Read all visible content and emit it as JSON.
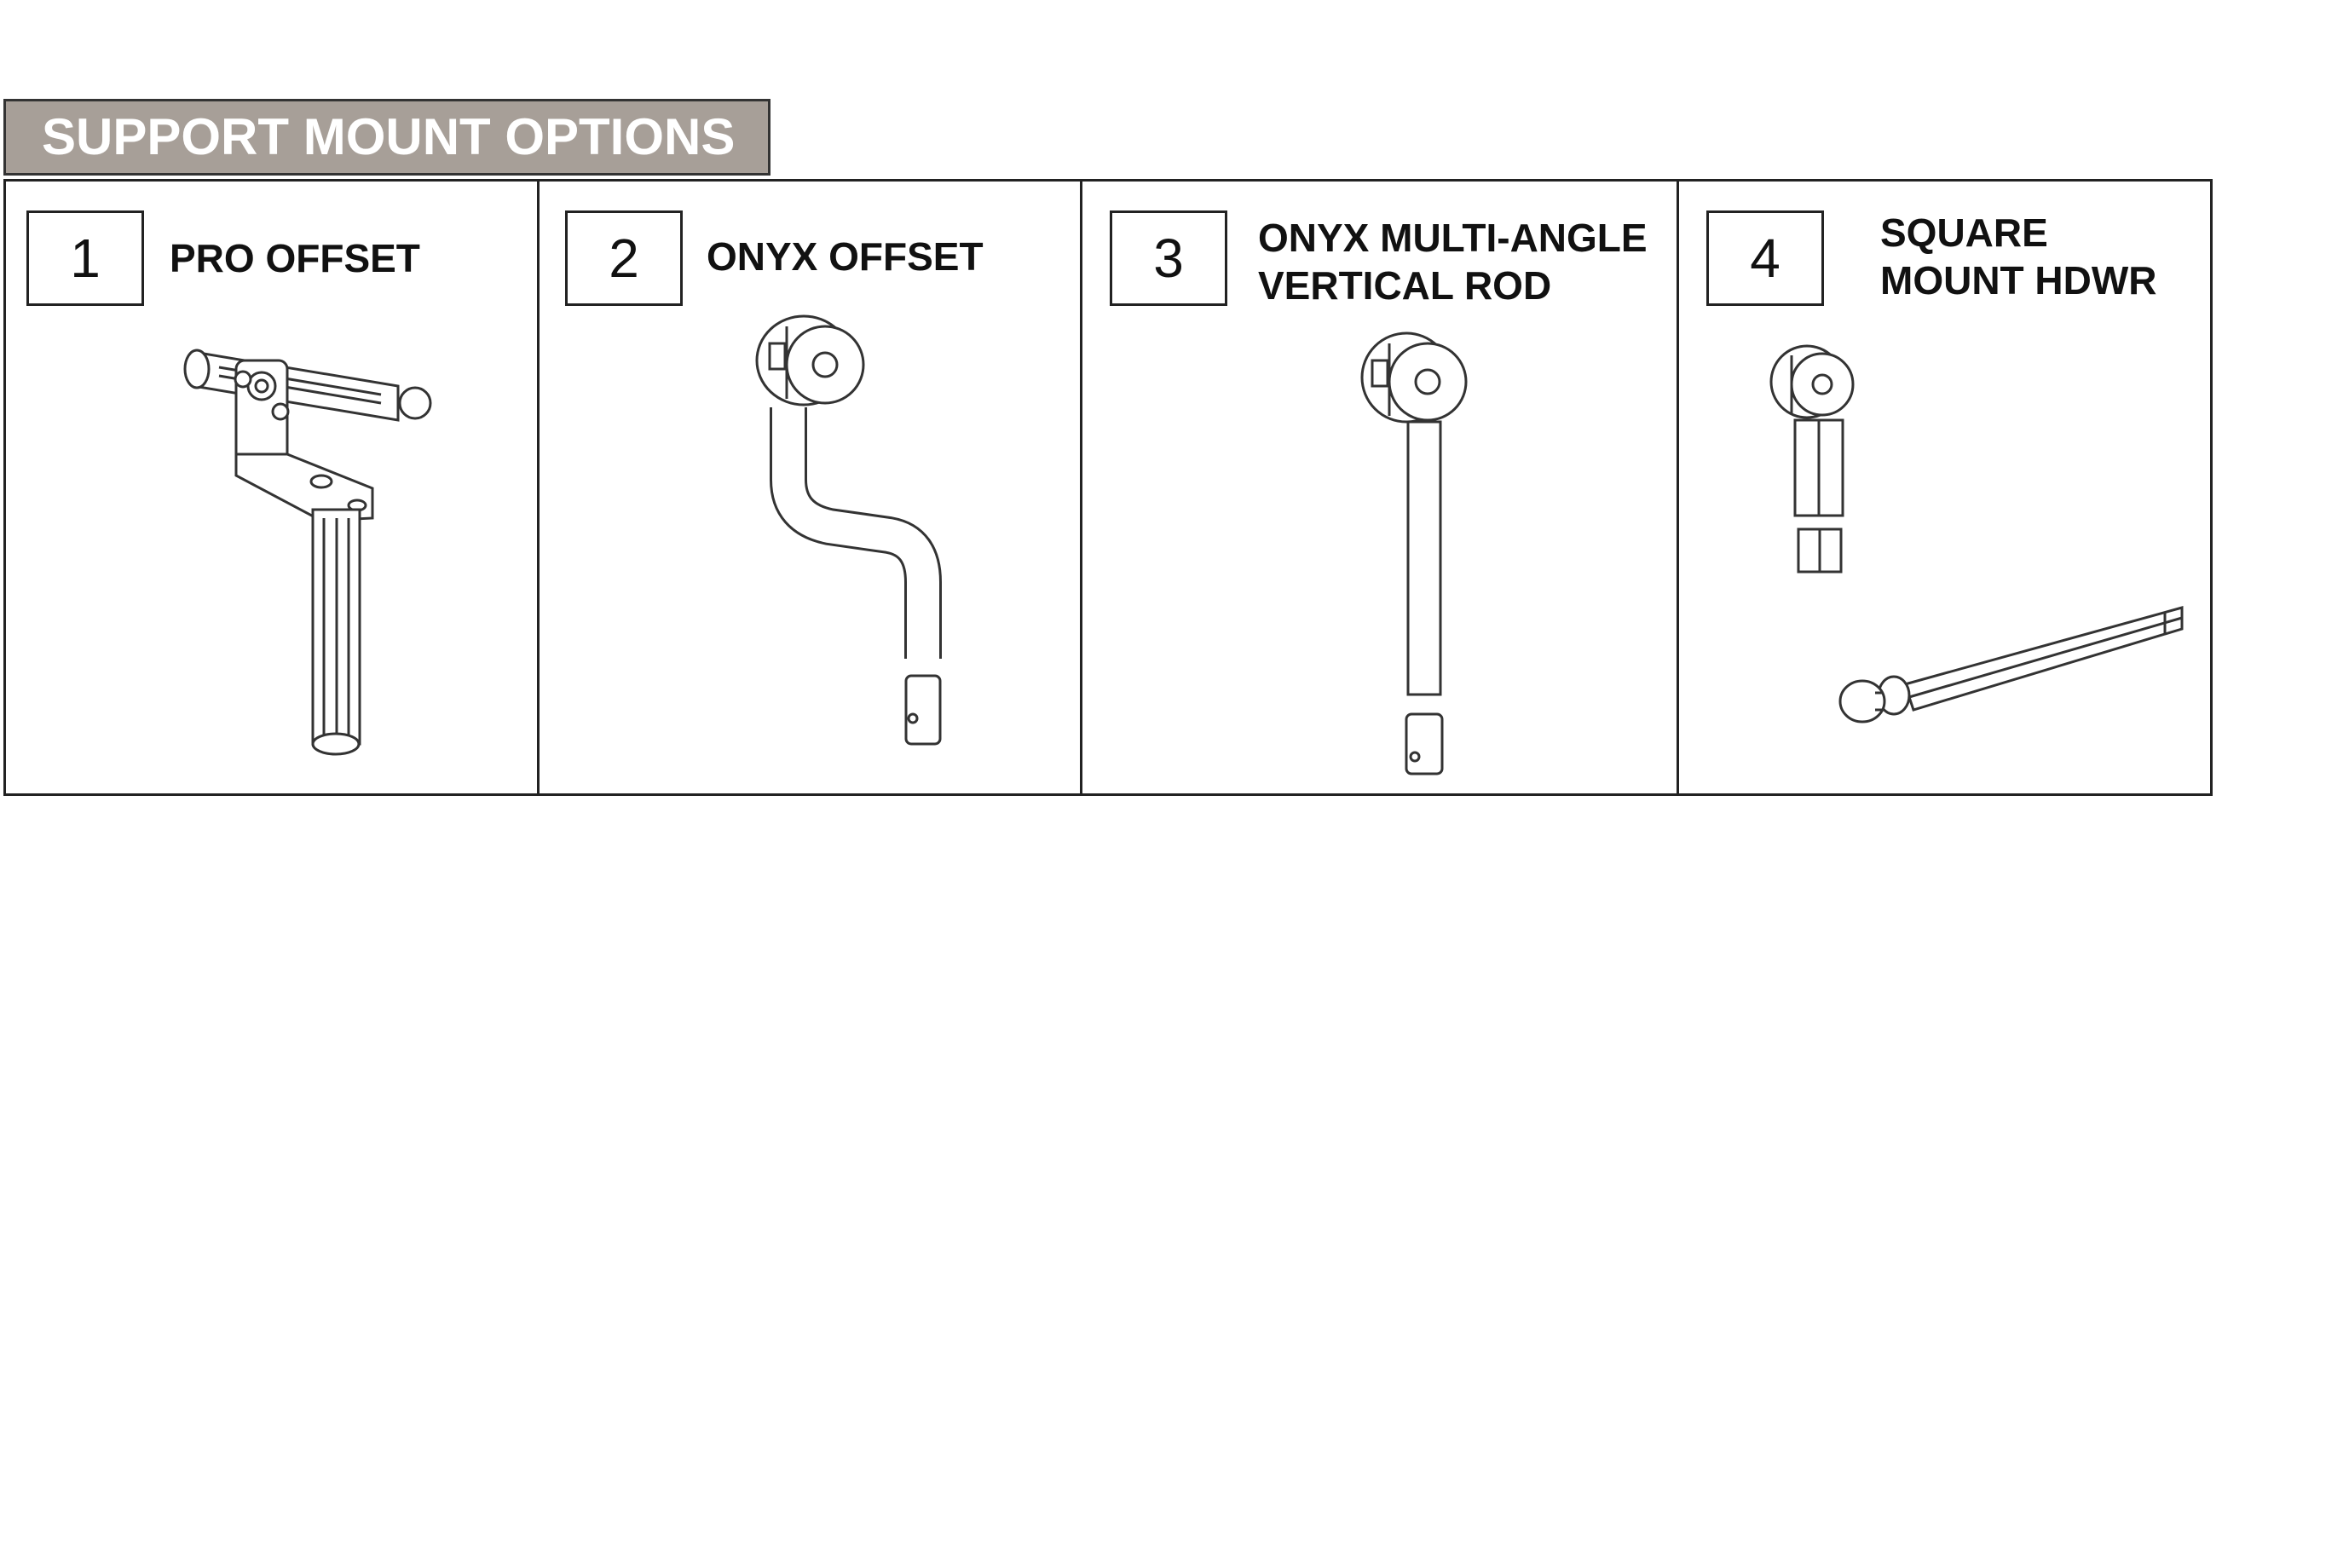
{
  "header": {
    "title": "SUPPORT MOUNT OPTIONS"
  },
  "colors": {
    "header_bg": "#a79f98",
    "header_text": "#ffffff",
    "border": "#222222"
  },
  "options": [
    {
      "number": "1",
      "label": "PRO OFFSET"
    },
    {
      "number": "2",
      "label": "ONYX OFFSET"
    },
    {
      "number": "3",
      "label": "ONYX MULTI-ANGLE\nVERTICAL ROD"
    },
    {
      "number": "4",
      "label": "SQUARE\nMOUNT HDWR"
    }
  ]
}
